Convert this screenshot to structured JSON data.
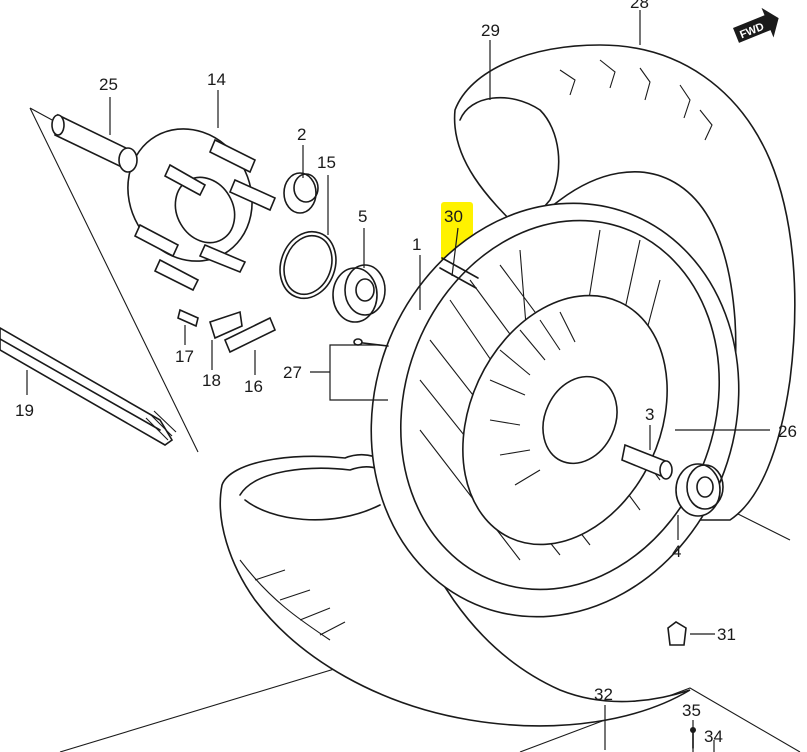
{
  "diagram": {
    "fwd_badge": "FWD",
    "highlight_color": "#fff200",
    "callouts": [
      {
        "id": "c1",
        "label": "1"
      },
      {
        "id": "c2",
        "label": "2"
      },
      {
        "id": "c3",
        "label": "3"
      },
      {
        "id": "c4",
        "label": "4"
      },
      {
        "id": "c5",
        "label": "5"
      },
      {
        "id": "c14",
        "label": "14"
      },
      {
        "id": "c15",
        "label": "15"
      },
      {
        "id": "c16",
        "label": "16"
      },
      {
        "id": "c17",
        "label": "17"
      },
      {
        "id": "c18",
        "label": "18"
      },
      {
        "id": "c19",
        "label": "19"
      },
      {
        "id": "c25",
        "label": "25"
      },
      {
        "id": "c26",
        "label": "26"
      },
      {
        "id": "c27",
        "label": "27"
      },
      {
        "id": "c28",
        "label": "28"
      },
      {
        "id": "c29",
        "label": "29"
      },
      {
        "id": "c30",
        "label": "30"
      },
      {
        "id": "c31",
        "label": "31"
      },
      {
        "id": "c32",
        "label": "32"
      },
      {
        "id": "c34",
        "label": "34"
      },
      {
        "id": "c35",
        "label": "35"
      }
    ]
  }
}
